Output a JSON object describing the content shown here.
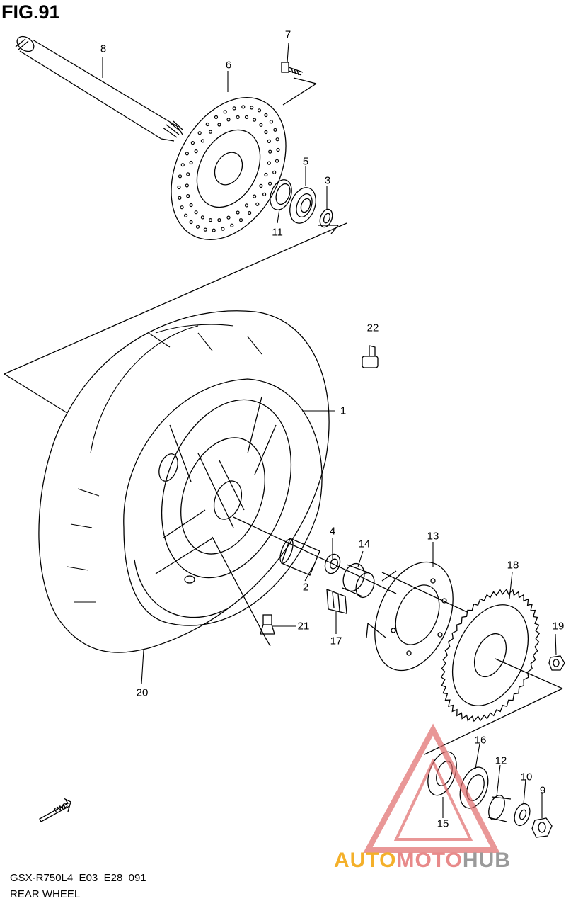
{
  "figure": {
    "title": "FIG.91"
  },
  "footer": {
    "code": "GSX-R750L4_E03_E28_091",
    "name": "REAR WHEEL"
  },
  "direction_marker": {
    "label": "FWD"
  },
  "watermark": {
    "part1": "AUTO",
    "part2": "MOTO",
    "part3": "HUB",
    "colors": [
      "#f4b02a",
      "#e88a8a",
      "#9a9a9a"
    ]
  },
  "callouts": {
    "p1": "1",
    "p2": "2",
    "p3": "3",
    "p4": "4",
    "p5": "5",
    "p6": "6",
    "p7": "7",
    "p8": "8",
    "p9": "9",
    "p10": "10",
    "p11": "11",
    "p12": "12",
    "p13": "13",
    "p14": "14",
    "p15": "15",
    "p16": "16",
    "p17": "17",
    "p18": "18",
    "p19": "19",
    "p20": "20",
    "p21": "21",
    "p22": "22"
  }
}
